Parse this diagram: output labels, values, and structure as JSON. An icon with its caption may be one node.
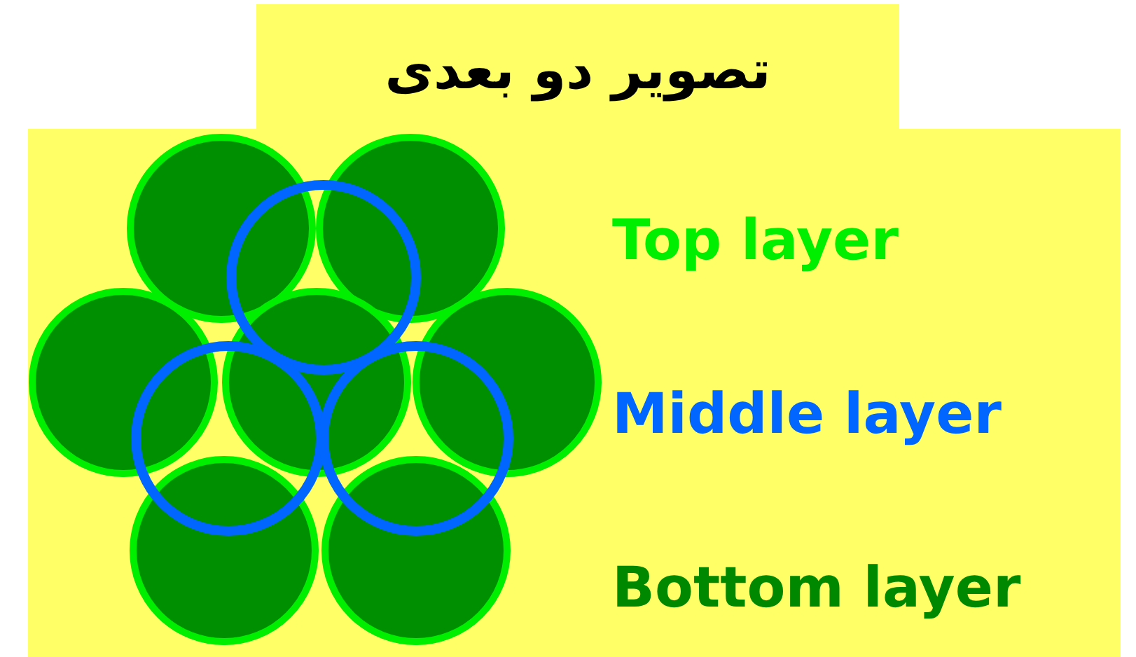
{
  "diagram": {
    "title": "تصویر دو بعدی",
    "labels": [
      "Top layer",
      "Middle layer",
      "Bottom layer"
    ]
  }
}
